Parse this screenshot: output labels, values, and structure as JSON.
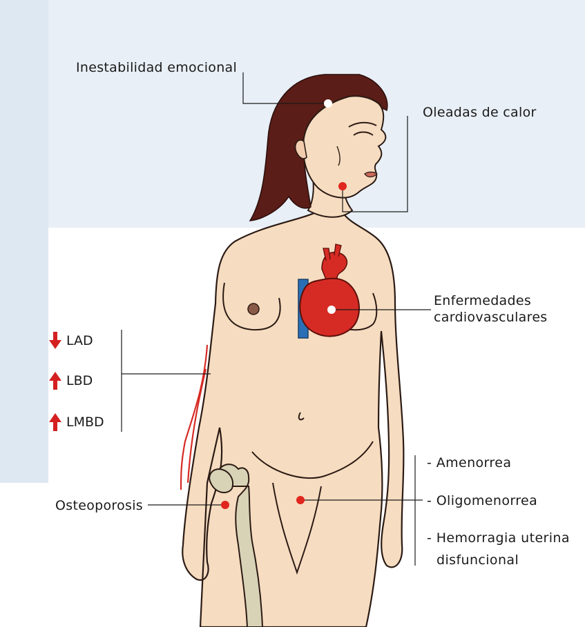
{
  "labels": {
    "emotional": "Inestabilidad emocional",
    "hot_flashes": "Oleadas de calor",
    "cardio_line1": "Enfermedades",
    "cardio_line2": "cardiovasculares",
    "osteoporosis": "Osteoporosis"
  },
  "bone_density": [
    {
      "direction": "down",
      "text": "LAD"
    },
    {
      "direction": "up",
      "text": "LBD"
    },
    {
      "direction": "up",
      "text": "LMBD"
    }
  ],
  "menstrual": [
    "- Amenorrea",
    "- Oligomenorrea",
    "- Hemorragia uterina",
    "disfuncional"
  ],
  "colors": {
    "skin": "#f6dcc0",
    "skin_outline": "#2a1a14",
    "hair": "#5a1d17",
    "heart": "#d62b24",
    "vein": "#2a6fb5",
    "bone": "#d8d3b6",
    "marker_red": "#e0261e",
    "arrow_red": "#d42020",
    "page_blue": "#dde8f2"
  }
}
